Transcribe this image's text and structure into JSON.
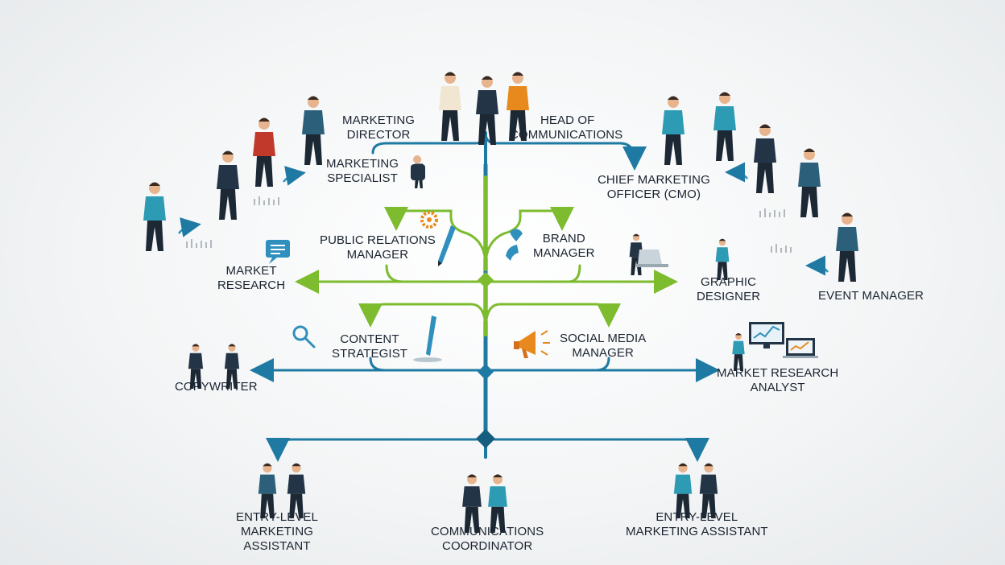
{
  "colors": {
    "trunk": "#1f7aa3",
    "trunk_dark": "#155e80",
    "branch_green": "#7dbb2f",
    "branch_blue": "#2f8fbd",
    "suit_navy": "#233446",
    "suit_teal": "#2e9bb5",
    "skin": "#e7b48e",
    "accent_orange": "#e8891d"
  },
  "roles": {
    "marketing_director": [
      "MARKETING",
      "DIRECTOR"
    ],
    "head_of_communications": [
      "HEAD OF",
      "COMMUNICATIONS"
    ],
    "marketing_specialist": [
      "MARKETING",
      "SPECIALIST"
    ],
    "cmo": [
      "CHIEF MARKETING",
      "OFFICER (CMO)"
    ],
    "public_relations_manager": [
      "PUBLIC RELATIONS",
      "MANAGER"
    ],
    "brand_manager": [
      "BRAND",
      "MANAGER"
    ],
    "market_research": [
      "MARKET",
      "RESEARCH"
    ],
    "graphic_designer": [
      "GRAPHIC",
      "DESIGNER"
    ],
    "event_manager": [
      "EVENT MANAGER"
    ],
    "content_strategist": [
      "CONTENT",
      "STRATEGIST"
    ],
    "social_media_manager": [
      "SOCIAL MEDIA",
      "MANAGER"
    ],
    "copywriter": [
      "COPYWRITER"
    ],
    "market_research_analyst": [
      "MARKET RESEARCH",
      "ANALYST"
    ],
    "entry_level_left": [
      "ENTRY-LEVEL",
      "MARKETING",
      "ASSISTANT"
    ],
    "communications_coordinator": [
      "COMMUNICATIONS",
      "COORDINATOR"
    ],
    "entry_level_right": [
      "ENTRY-LEVEL",
      "MARKETING ASSISTANT"
    ]
  },
  "icons": {
    "chat": "chat-bubble-icon",
    "search": "magnifier-icon",
    "pen": "pen-icon",
    "gear": "gear-icon",
    "megaphone": "megaphone-icon",
    "chart": "line-chart-icon",
    "laptop": "laptop-icon"
  }
}
